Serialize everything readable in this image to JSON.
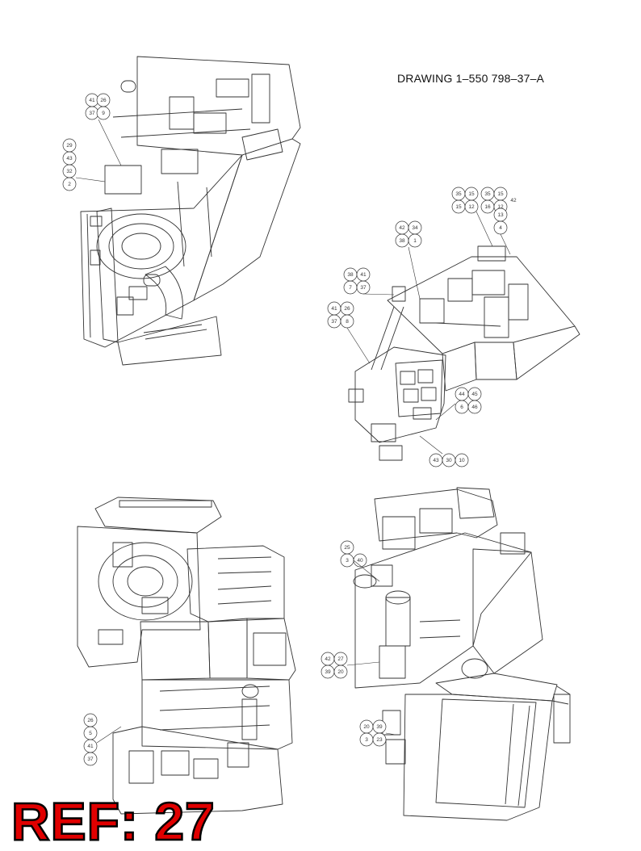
{
  "title": "DRAWING 1–550 798–37–A",
  "ref_label": "REF: 27",
  "colors": {
    "line": "#333333",
    "ref_fill": "#e00000",
    "ref_stroke": "#000000"
  },
  "views": [
    {
      "name": "view-top-left",
      "balloons": [
        "37",
        "41",
        "9",
        "26",
        "2",
        "32",
        "43",
        "29"
      ]
    },
    {
      "name": "view-top-right",
      "balloons": [
        "15",
        "35",
        "12",
        "15",
        "16",
        "35",
        "15",
        "12",
        "4",
        "13",
        "42",
        "38",
        "42",
        "34",
        "1",
        "7",
        "38",
        "37",
        "41",
        "37",
        "41",
        "26",
        "8",
        "6",
        "44",
        "45",
        "46",
        "43",
        "30",
        "10"
      ]
    },
    {
      "name": "view-bottom-left",
      "balloons": [
        "37",
        "41",
        "5",
        "26"
      ]
    },
    {
      "name": "view-bottom-right",
      "balloons": [
        "3",
        "25",
        "40",
        "39",
        "42",
        "20",
        "27",
        "20",
        "3",
        "39",
        "23"
      ]
    }
  ]
}
